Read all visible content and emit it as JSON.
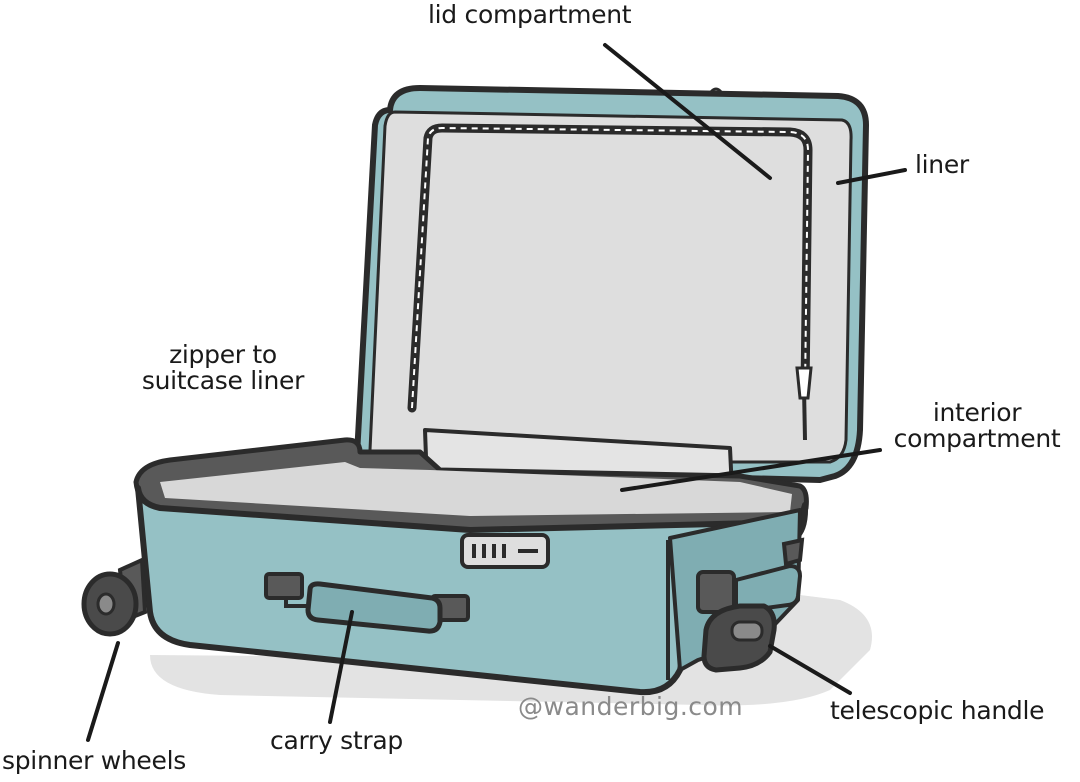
{
  "labels": {
    "lid_compartment": "lid compartment",
    "liner": "liner",
    "zipper_line1": "zipper to",
    "zipper_line2": "suitcase liner",
    "interior_line1": "interior",
    "interior_line2": "compartment",
    "spinner_wheels": "spinner wheels",
    "carry_strap": "carry strap",
    "telescopic_handle": "telescopic handle"
  },
  "watermark": "@wanderbig.com",
  "colors": {
    "shell": "#95c1c5",
    "shell_dark": "#7fadb2",
    "liner": "#dedede",
    "outline": "#2b2b2b",
    "trim": "#595959",
    "shadow": "#e3e3e3"
  }
}
